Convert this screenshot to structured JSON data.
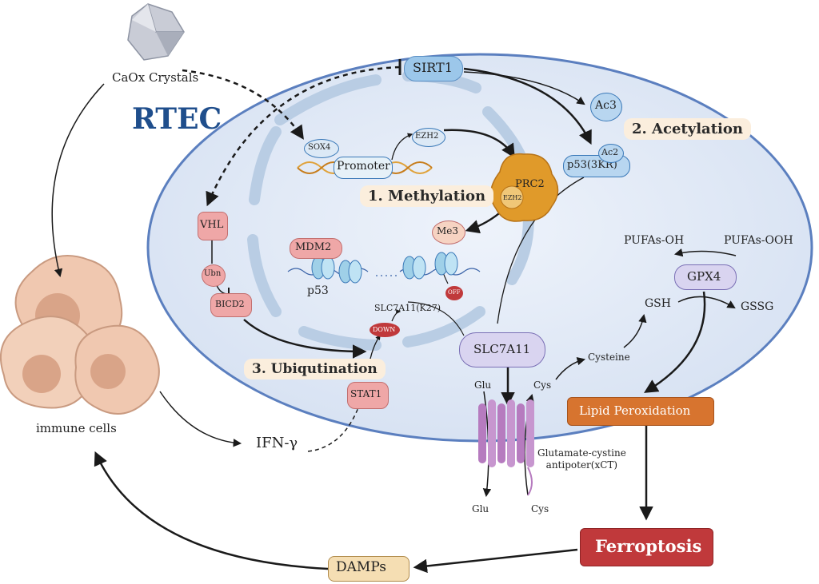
{
  "labels": {
    "caox": "CaOx Crystals",
    "rtec": "RTEC",
    "sirt1": "SIRT1",
    "ac3": "Ac3",
    "acetylation": "2. Acetylation",
    "ac2": "Ac2",
    "p53_3kr": "p53(3KR)",
    "sox4": "SOX4",
    "promoter": "Promoter",
    "ezh2": "EZH2",
    "prc2": "PRC2",
    "ezh2_small": "EZH2",
    "methylation": "1.  Methylation",
    "vhl": "VHL",
    "me3": "Me3",
    "mdm2": "MDM2",
    "ubn": "Ubn",
    "p53": "p53",
    "bicd2": "BICD2",
    "off": "OFF",
    "slc_k27": "SLC7A11(K27)",
    "down": "DOWN",
    "ubiquitination": "3. Ubiqutination",
    "stat1": "STAT1",
    "slc7a11": "SLC7A11",
    "pufas_oh": "PUFAs-OH",
    "pufas_ooh": "PUFAs-OOH",
    "gpx4": "GPX4",
    "gsh": "GSH",
    "gssg": "GSSG",
    "cysteine": "Cysteine",
    "glu_top": "Glu",
    "cys_top": "Cys",
    "lipid_perox": "Lipid Peroxidation",
    "xct": "Glutamate-cystine\nantipoter(xCT)",
    "glu_bottom": "Glu",
    "cys_bottom": "Cys",
    "immune": "immune cells",
    "ifn": "IFN-γ",
    "ferroptosis": "Ferroptosis",
    "damps": "DAMPs"
  },
  "colors": {
    "cell_fill": "#e3eaf6",
    "cell_stroke": "#5b7fbf",
    "nucleus_fill": "#eef3fb",
    "rtec_text": "#1f4e8c",
    "section_bg": "#fbeedd",
    "lipid_fill": "#d7742f",
    "ferroptosis_fill": "#c0393b",
    "damps_fill": "#f5deb3",
    "blue_node": "#b8d6f0",
    "pink_node": "#efa7a7",
    "purple_node": "#d9d4f0",
    "prc2": "#e09a2a",
    "xct": "#b67bbf"
  }
}
